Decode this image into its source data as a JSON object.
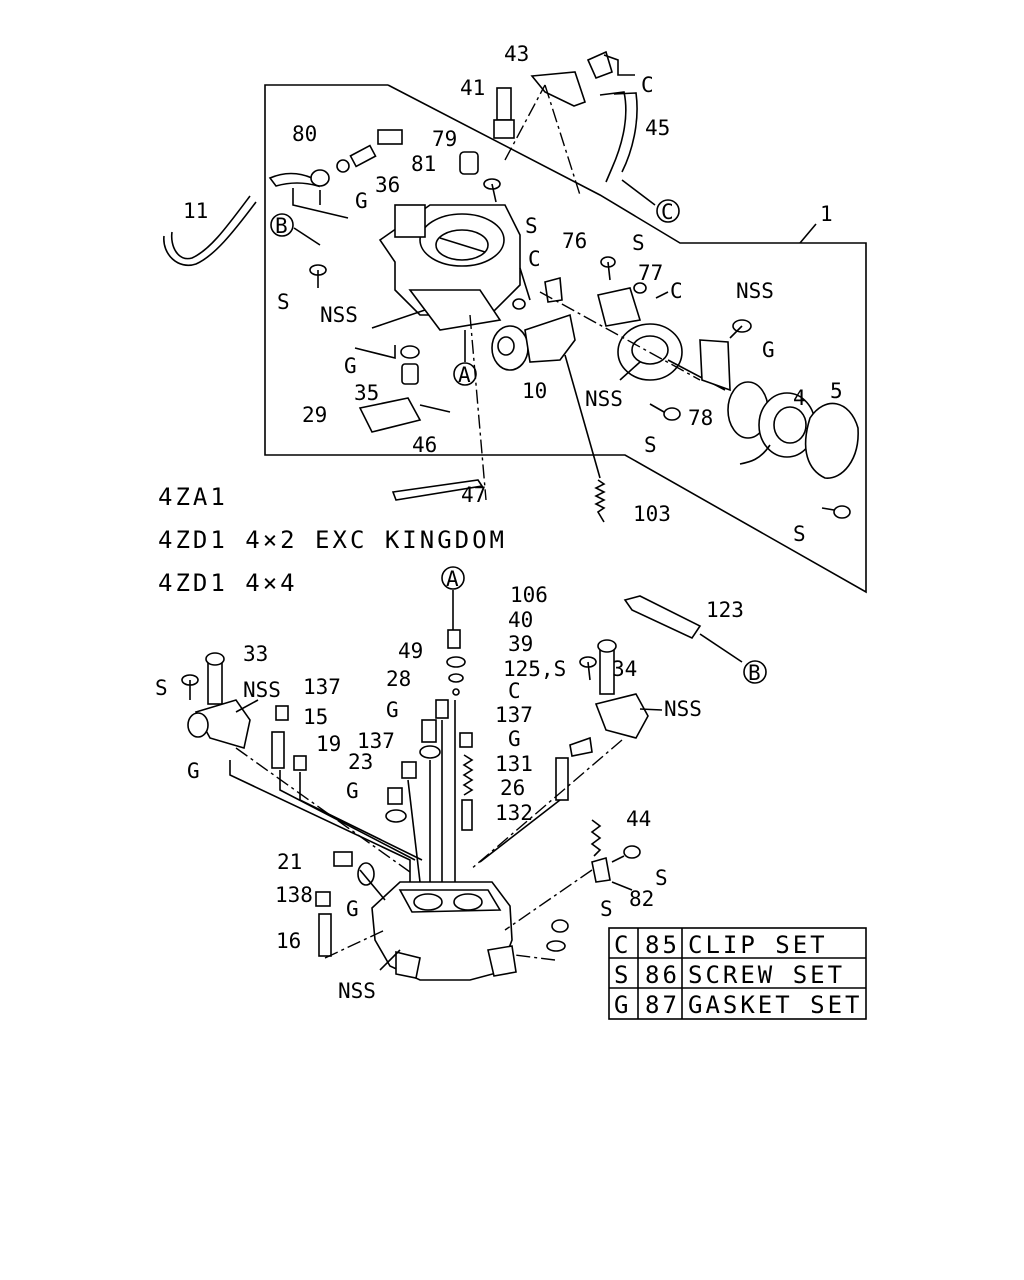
{
  "variants": [
    "4ZA1",
    "4ZD1  4×2 EXC KINGDOM",
    "4ZD1  4×4"
  ],
  "refs": {
    "a": "A",
    "b": "B",
    "c": "C"
  },
  "codes": {
    "nss": "NSS",
    "screw": "S",
    "clip": "C",
    "gasket": "G"
  },
  "parts": {
    "p1": "1",
    "p4": "4",
    "p5": "5",
    "p10": "10",
    "p11": "11",
    "p15": "15",
    "p16": "16",
    "p19": "19",
    "p21": "21",
    "p23": "23",
    "p26": "26",
    "p28": "28",
    "p29": "29",
    "p33": "33",
    "p34": "34",
    "p35": "35",
    "p36": "36",
    "p39": "39",
    "p40": "40",
    "p41": "41",
    "p43": "43",
    "p44": "44",
    "p45": "45",
    "p46": "46",
    "p47": "47",
    "p49": "49",
    "p76": "76",
    "p77": "77",
    "p78": "78",
    "p79": "79",
    "p80": "80",
    "p81": "81",
    "p82": "82",
    "p103": "103",
    "p106": "106",
    "p123": "123",
    "p125s": "125,S",
    "p131": "131",
    "p132": "132",
    "p137": "137",
    "p138": "138"
  },
  "legend": [
    {
      "code": "C",
      "num": "85",
      "desc": "CLIP SET"
    },
    {
      "code": "S",
      "num": "86",
      "desc": "SCREW SET"
    },
    {
      "code": "G",
      "num": "87",
      "desc": "GASKET SET"
    }
  ]
}
